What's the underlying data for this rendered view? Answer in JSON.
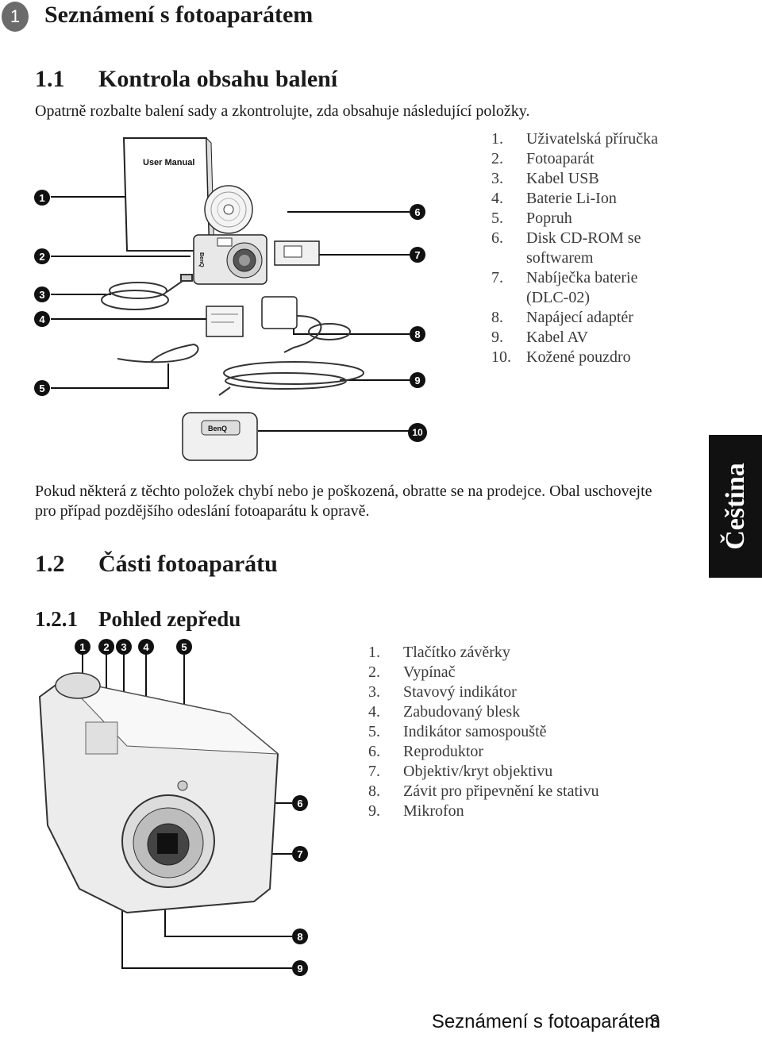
{
  "chapter": {
    "number": "1",
    "title": "Seznámení s fotoaparátem"
  },
  "section1": {
    "number": "1.1",
    "title": "Kontrola obsahu balení",
    "intro": "Opatrně rozbalte balení sady a zkontrolujte, zda obsahuje následující položky.",
    "items": [
      {
        "n": "1.",
        "t": "Uživatelská příručka"
      },
      {
        "n": "2.",
        "t": "Fotoaparát"
      },
      {
        "n": "3.",
        "t": "Kabel USB"
      },
      {
        "n": "4.",
        "t": "Baterie Li-Ion"
      },
      {
        "n": "5.",
        "t": "Popruh"
      },
      {
        "n": "6.",
        "t": "Disk CD-ROM se softwarem"
      },
      {
        "n": "7.",
        "t": "Nabíječka baterie (DLC-02)"
      },
      {
        "n": "8.",
        "t": "Napájecí adaptér"
      },
      {
        "n": "9.",
        "t": "Kabel AV"
      },
      {
        "n": "10.",
        "t": "Kožené pouzdro"
      }
    ],
    "manual_label": "User Manual",
    "brand": "BenQ",
    "note": "Pokud některá z těchto položek chybí nebo je poškozená, obratte se na prodejce. Obal uschovejte pro případ pozdějšího odeslání fotoaparátu k opravě."
  },
  "section2": {
    "number": "1.2",
    "title": "Části fotoaparátu"
  },
  "section21": {
    "number": "1.2.1",
    "title": "Pohled zepředu",
    "items": [
      {
        "n": "1.",
        "t": "Tlačítko závěrky"
      },
      {
        "n": "2.",
        "t": "Vypínač"
      },
      {
        "n": "3.",
        "t": "Stavový indikátor"
      },
      {
        "n": "4.",
        "t": "Zabudovaný blesk"
      },
      {
        "n": "5.",
        "t": "Indikátor samospouště"
      },
      {
        "n": "6.",
        "t": "Reproduktor"
      },
      {
        "n": "7.",
        "t": "Objektiv/kryt objektivu"
      },
      {
        "n": "8.",
        "t": "Závit pro připevnění ke stativu"
      },
      {
        "n": "9.",
        "t": "Mikrofon"
      }
    ]
  },
  "callouts": [
    "1",
    "2",
    "3",
    "4",
    "5",
    "6",
    "7",
    "8",
    "9",
    "10"
  ],
  "language_tab": "Čeština",
  "footer": {
    "title": "Seznámení s fotoaparátem",
    "page": "3"
  }
}
